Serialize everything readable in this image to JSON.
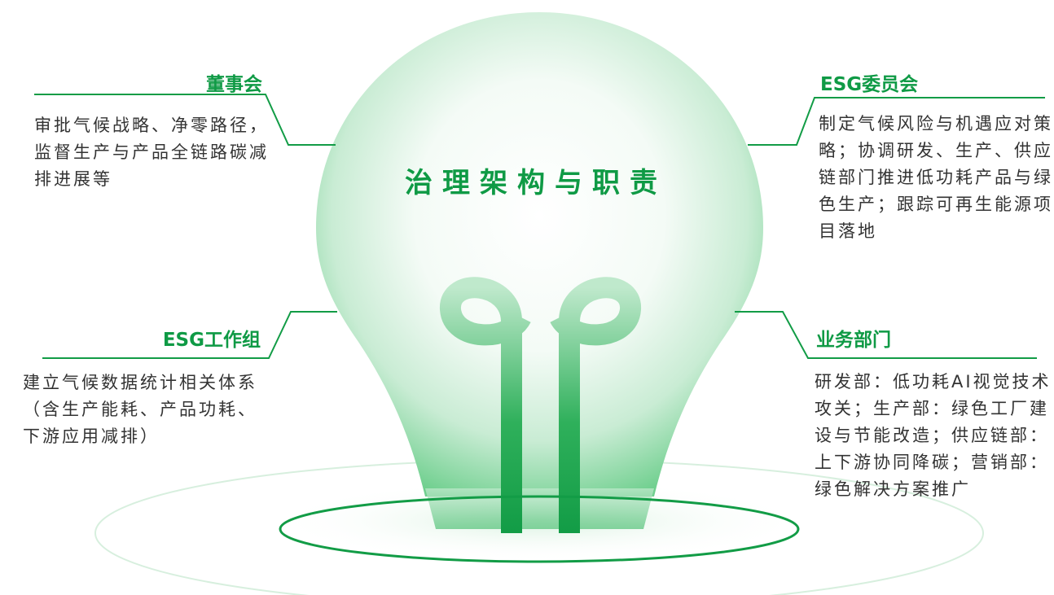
{
  "center_title": "治理架构与职责",
  "colors": {
    "accent": "#0f9a45",
    "bulb_light": "#e8f7ec",
    "bulb_mid": "#7fd39a",
    "text": "#333333"
  },
  "sections": {
    "board": {
      "heading": "董事会",
      "description": "审批气候战略、净零路径，监督生产与产品全链路碳减排进展等"
    },
    "esg_committee": {
      "heading": "ESG委员会",
      "description": "制定气候风险与机遇应对策略；协调研发、生产、供应链部门推进低功耗产品与绿色生产；跟踪可再生能源项目落地"
    },
    "esg_workgroup": {
      "heading": "ESG工作组",
      "description": "建立气候数据统计相关体系（含生产能耗、产品功耗、下游应用减排）"
    },
    "business_units": {
      "heading": "业务部门",
      "description": "研发部：低功耗AI视觉技术攻关；生产部：绿色工厂建设与节能改造；供应链部：上下游协同降碳；营销部：绿色解决方案推广"
    }
  }
}
